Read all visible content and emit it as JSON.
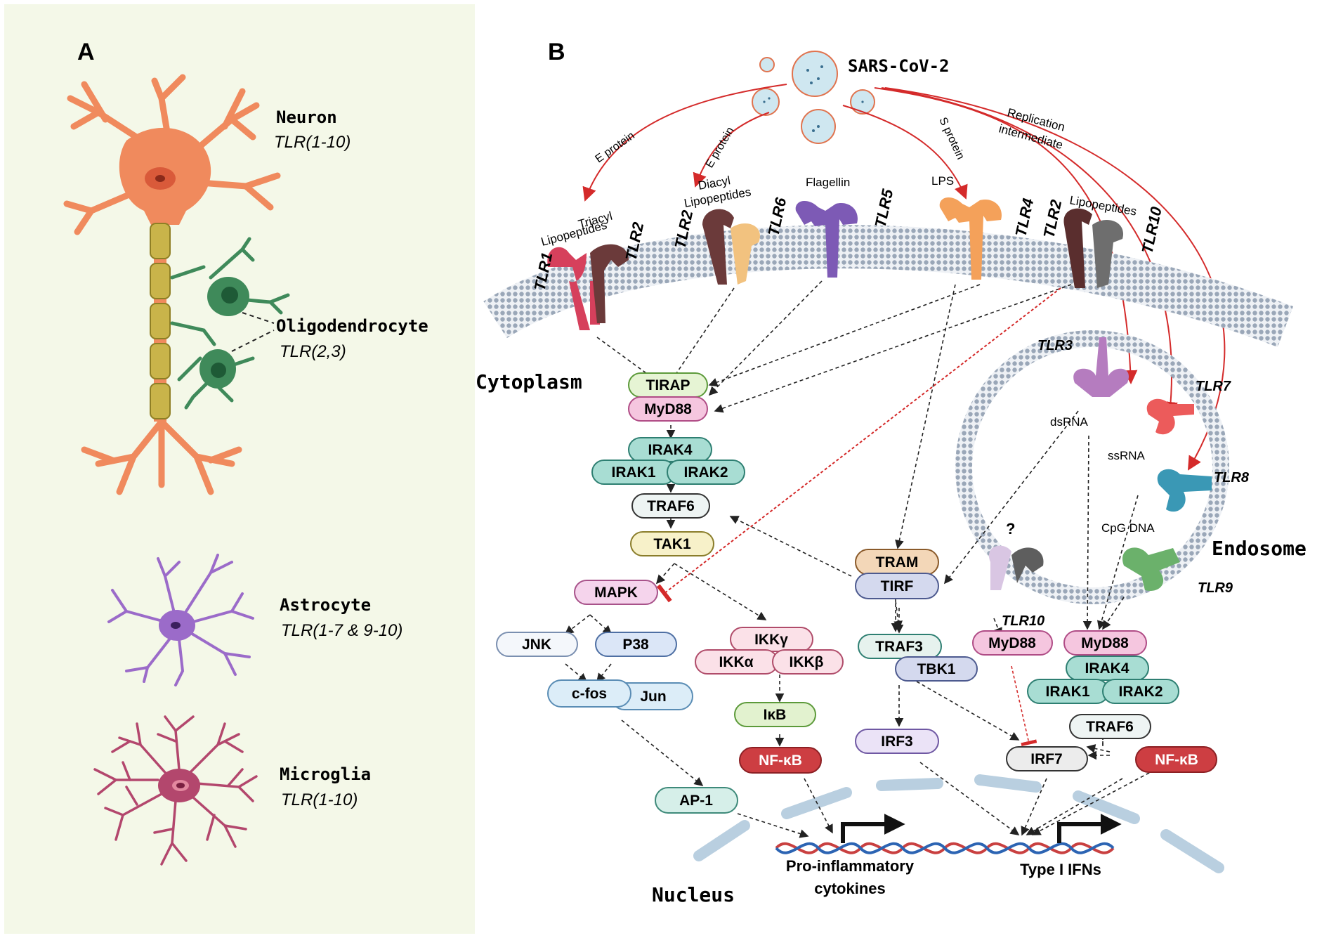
{
  "panel_a": {
    "label": "A",
    "background": "#f4f8e8",
    "cells": [
      {
        "name": "Neuron",
        "tlr": "TLR(1-10)",
        "color": "#f08a5d"
      },
      {
        "name": "Oligodendrocyte",
        "tlr": "TLR(2,3)",
        "color": "#3f8a5a"
      },
      {
        "name": "Astrocyte",
        "tlr": "TLR(1-7 & 9-10)",
        "color": "#9b6bc9"
      },
      {
        "name": "Microglia",
        "tlr": "TLR(1-10)",
        "color": "#b3476d"
      }
    ]
  },
  "panel_b": {
    "label": "B",
    "virus": "SARS-CoV-2",
    "compartments": {
      "cytoplasm": "Cytoplasm",
      "endosome": "Endosome",
      "nucleus": "Nucleus"
    },
    "ligand_arrows": [
      "E protein",
      "E protein",
      "S protein",
      "Replication",
      "intermediate"
    ],
    "ligands": [
      "Triacyl",
      "Lipopeptides",
      "Diacyl",
      "Lipopeptides",
      "Flagellin",
      "LPS",
      "Lipopeptides",
      "dsRNA",
      "ssRNA",
      "CpG DNA"
    ],
    "receptors": [
      "TLR1",
      "TLR2",
      "TLR2",
      "TLR6",
      "TLR5",
      "TLR4",
      "TLR2",
      "TLR10",
      "TLR3",
      "TLR7",
      "TLR8",
      "TLR9",
      "TLR10"
    ],
    "unknown_mark": "?",
    "nodes": {
      "tirap": "TIRAP",
      "myd88_a": "MyD88",
      "irak4_a": "IRAK4",
      "irak1_a": "IRAK1",
      "irak2_a": "IRAK2",
      "traf6_a": "TRAF6",
      "tak1": "TAK1",
      "mapk": "MAPK",
      "jnk": "JNK",
      "p38": "P38",
      "cfos": "c-fos",
      "jun": "Jun",
      "ap1": "AP-1",
      "ikkg": "IKKγ",
      "ikka": "IKKα",
      "ikkb": "IKKβ",
      "ikb": "IκB",
      "nfkb_a": "NF-κB",
      "tram": "TRAM",
      "tirf": "TIRF",
      "traf3": "TRAF3",
      "tbk1": "TBK1",
      "irf3": "IRF3",
      "myd88_b": "MyD88",
      "myd88_c": "MyD88",
      "irak4_b": "IRAK4",
      "irak1_b": "IRAK1",
      "irak2_b": "IRAK2",
      "traf6_b": "TRAF6",
      "irf7": "IRF7",
      "nfkb_b": "NF-κB"
    },
    "outputs": [
      "Pro-inflammatory",
      "cytokines",
      "Type I IFNs"
    ]
  }
}
